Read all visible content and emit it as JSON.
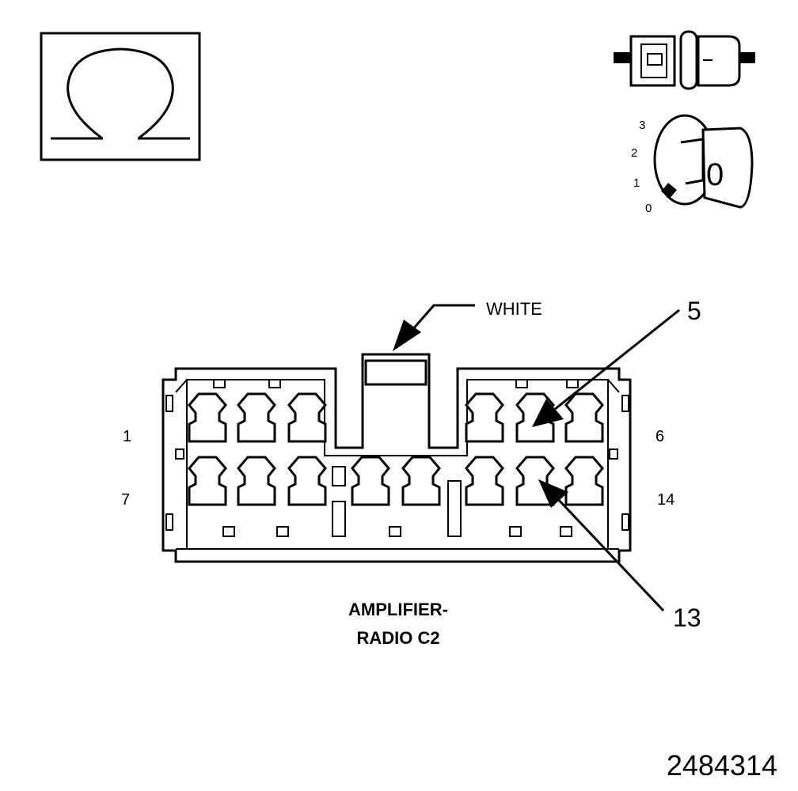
{
  "symbols": {
    "meter_icon": "ohm-meter-icon",
    "connector_icon": "disconnected-connector-icon",
    "ignition_icon": "ignition-key-icon",
    "ignition": {
      "positions": [
        "3",
        "2",
        "1",
        "0"
      ],
      "key_label": "0"
    }
  },
  "connector": {
    "name_line1": "AMPLIFIER-",
    "name_line2": "RADIO C2",
    "color_label": "WHITE",
    "pin_labels": {
      "top_left": "1",
      "top_right": "6",
      "bottom_left": "7",
      "bottom_right": "14"
    },
    "callouts": [
      "5",
      "13"
    ],
    "top_row_cavities": 6,
    "bottom_row_cavities": 8
  },
  "figure_number": "2484314"
}
